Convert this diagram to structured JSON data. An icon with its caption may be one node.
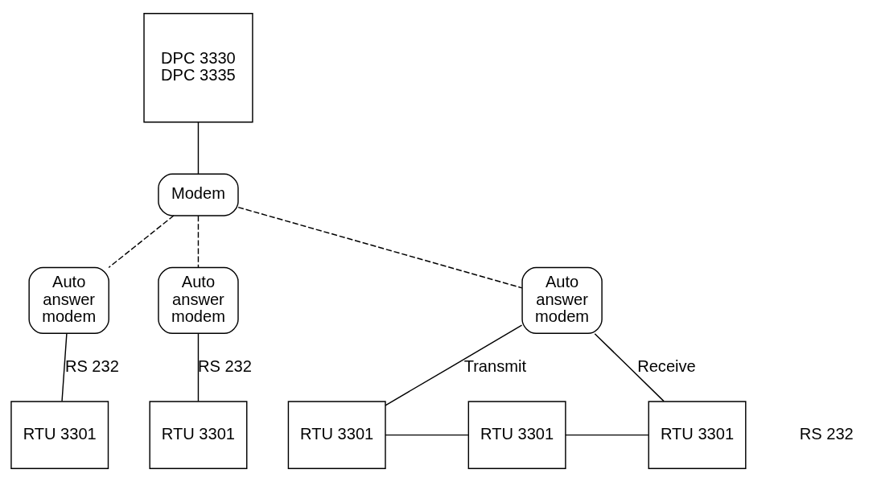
{
  "diagram": {
    "nodes": [
      {
        "text": [
          "DPC 3330 DPC 3335"
        ]
      },
      {
        "text": [
          "Modem"
        ]
      },
      {
        "text": [
          "Auto answer modem"
        ]
      },
      {
        "text": [
          "Auto answer modem"
        ]
      },
      {
        "text": [
          "Auto answer modem"
        ]
      },
      {
        "text": [
          "RTU 3301"
        ]
      },
      {
        "text": [
          "RTU 3301"
        ]
      },
      {
        "text": [
          "RTU 3301"
        ]
      },
      {
        "text": [
          "RTU 3301"
        ]
      },
      {
        "text": [
          "RTU 3301"
        ]
      }
    ],
    "edges": [
      {
        "from": 0,
        "to": 1,
        "arrow": "none"
      },
      {
        "from": 1,
        "to": 2,
        "arrow": "none",
        "style": "dashed"
      },
      {
        "from": 1,
        "to": 3,
        "arrow": "none",
        "style": "dashed"
      },
      {
        "from": 1,
        "to": 4,
        "arrow": "none",
        "style": "dashed"
      },
      {
        "from": 2,
        "to": 5,
        "arrow": "none",
        "label": "RS 232"
      },
      {
        "from": 3,
        "to": 6,
        "arrow": "none",
        "label": "RS 232"
      },
      {
        "from": 4,
        "to": 7,
        "arrow": "none",
        "label": "Transmit"
      },
      {
        "from": 7,
        "to": 8,
        "arrow": "none"
      },
      {
        "from": 8,
        "to": 9,
        "arrow": "none"
      },
      {
        "from": 4,
        "to": 9,
        "arrow": "none",
        "label": "Receive"
      }
    ],
    "labels": [
      "RS 232"
    ]
  }
}
